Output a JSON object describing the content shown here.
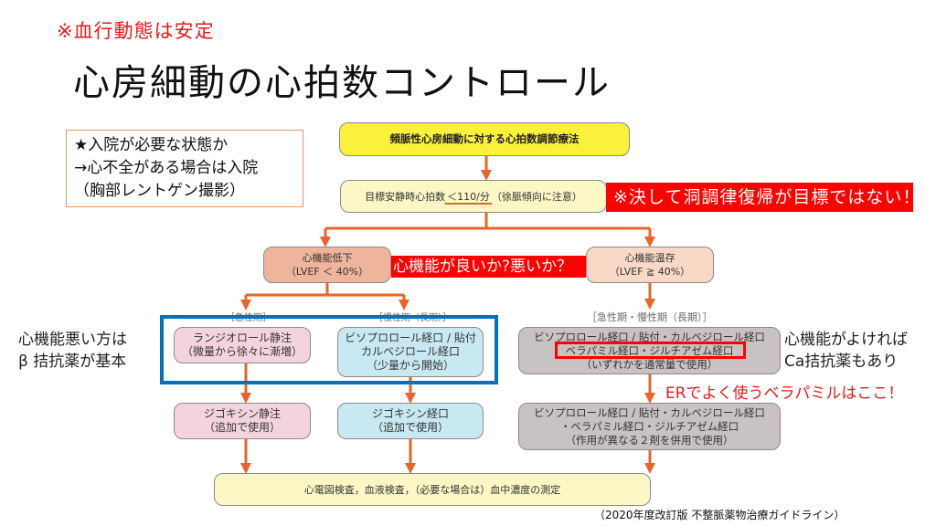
{
  "header": {
    "subtitle": "※血行動態は安定",
    "title": "心房細動の心拍数コントロール"
  },
  "note_box": {
    "lines": [
      "★入院が必要な状態か",
      "→心不全がある場合は入院",
      "（胸部レントゲン撮影）"
    ]
  },
  "flowchart": {
    "title": "頻脈性心房細動に対する心拍数調節療法",
    "target": {
      "prefix": "目標安静時心拍数",
      "value": "＜110/分",
      "suffix": "（徐脈傾向に注意）"
    },
    "branches": {
      "low": {
        "label": "心機能低下",
        "sub": "（LVEF ＜ 40%）"
      },
      "preserved": {
        "label": "心機能温存",
        "sub": "（LVEF ≧ 40%）"
      }
    },
    "phase_labels": {
      "acute": "［急性期］",
      "chronic": "［慢性期（長期）］",
      "both": "［急性期・慢性期（長期）］"
    },
    "low_acute_1": {
      "line1": "ランジオロール静注",
      "line2": "（微量から徐々に漸増）"
    },
    "low_chronic_1": {
      "line1": "ビソプロロール経口 / 貼付",
      "line2": "カルベジロール経口",
      "line3": "（少量から開始）"
    },
    "preserved_1": {
      "line1": "ビソプロロール経口 / 貼付・カルベジロール経口",
      "line2": "ベラパミル経口・ジルチアゼム経口",
      "line3": "（いずれかを通常量で使用）"
    },
    "low_acute_2": {
      "line1": "ジゴキシン静注",
      "line2": "（追加で使用）"
    },
    "low_chronic_2": {
      "line1": "ジゴキシン経口",
      "line2": "（追加で使用）"
    },
    "preserved_2": {
      "line1": "ビソプロロール経口 / 貼付・カルベジロール経口",
      "line2": "・ベラパミル経口・ジルチアゼム経口",
      "line3": "（作用が異なる２剤を併用で使用）"
    },
    "bottom": "心電図検査，血液検査，（必要な場合は）血中濃度の測定"
  },
  "annotations": {
    "not_goal": "※決して洞調律復帰が目標ではない！",
    "good_or_bad": "心機能が良いか?悪いか？",
    "left_note": [
      "心機能悪い方は",
      "β 拮抗薬が基本"
    ],
    "right_note": [
      "心機能がよければ",
      "Ca拮抗薬もあり"
    ],
    "er_note": "ERでよく使うベラパミルはここ！"
  },
  "source": "（2020年度改訂版 不整脈薬物治療ガイドライン）",
  "colors": {
    "arrow": "#e8652a",
    "red_text": "#e81a1a",
    "red_banner": "#ff0000",
    "blue_frame": "#0070c0",
    "yellow_title": "#fbf03a",
    "cream": "#fcf7c5",
    "salmon": "#efb49c",
    "peach": "#f9d9c6",
    "pink": "#f4d4dc",
    "light_blue": "#c9e9f2",
    "gray": "#c9c2c2"
  }
}
